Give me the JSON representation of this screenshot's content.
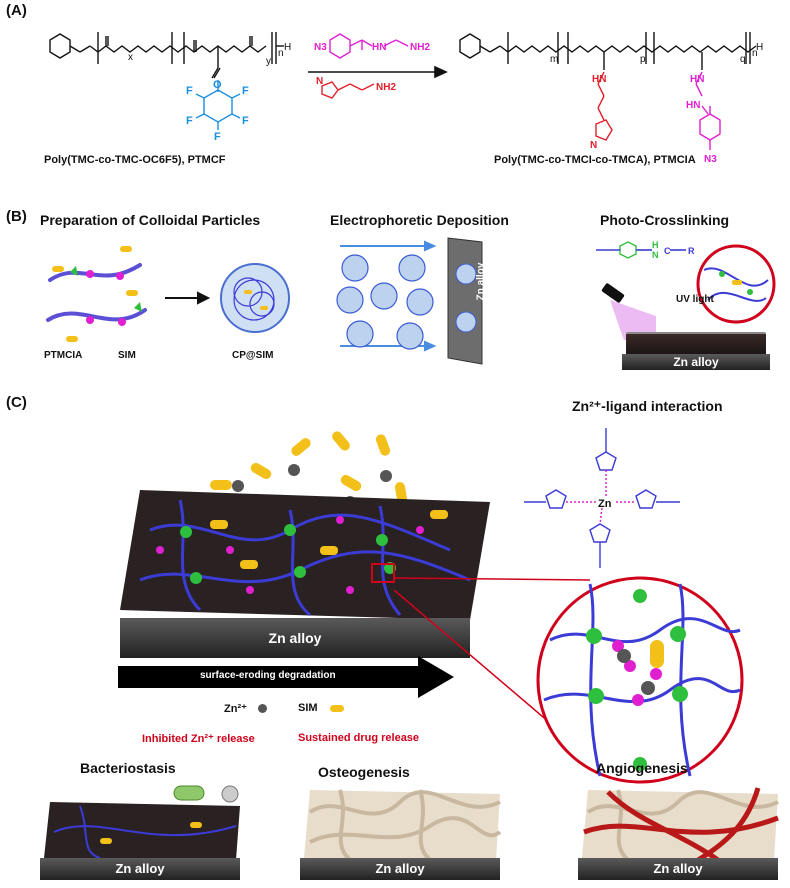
{
  "panel_a": {
    "label": "(A)",
    "left_polymer_name": "Poly(TMC-co-TMC-OC6F5), PTMCF",
    "right_polymer_name": "Poly(TMC-co-TMCI-co-TMCA), PTMCIA",
    "subscripts": {
      "x": "x",
      "y": "y",
      "n": "n",
      "m": "m",
      "p": "p",
      "q": "q"
    },
    "atoms": {
      "F": "F",
      "O": "O",
      "H": "H",
      "N": "N",
      "NH": "NH",
      "HN": "HN",
      "NH2": "NH2",
      "N3": "N3"
    }
  },
  "panel_b": {
    "label": "(B)",
    "titles": [
      "Preparation of Colloidal Particles",
      "Electrophoretic Deposition",
      "Photo-Crosslinking"
    ],
    "legend_ptmcia": "PTMCIA",
    "legend_sim": "SIM",
    "particle_label": "CP@SIM",
    "uv_label": "UV light",
    "zn_alloy_vertical": "Zn alloy",
    "zn_alloy": "Zn alloy",
    "crosslinker_atoms": {
      "NH": "N",
      "H": "H",
      "C": "C",
      "R": "R"
    }
  },
  "panel_c": {
    "label": "(C)",
    "ligand_title": "Zn²⁺-ligand interaction",
    "zn_center": "Zn",
    "zn_alloy": "Zn alloy",
    "arrow_label": "surface-eroding degradation",
    "legend_zn": "Zn²⁺",
    "legend_sim": "SIM",
    "inhibited": "Inhibited Zn²⁺ release",
    "sustained": "Sustained drug release",
    "outcomes": [
      {
        "title": "Bacteriostasis",
        "base": "Zn alloy"
      },
      {
        "title": "Osteogenesis",
        "base": "Zn alloy"
      },
      {
        "title": "Angiogenesis",
        "base": "Zn alloy"
      }
    ]
  },
  "colors": {
    "polymer_blue": "#3b3bd6",
    "magenta": "#e020d0",
    "fluoro_blue": "#1a8fe0",
    "imidazole_red": "#e0202a",
    "node_green": "#2fbf3f",
    "sim_yellow": "#f2c018",
    "zn_grey": "#555555",
    "annotation_red": "#d0021b"
  }
}
